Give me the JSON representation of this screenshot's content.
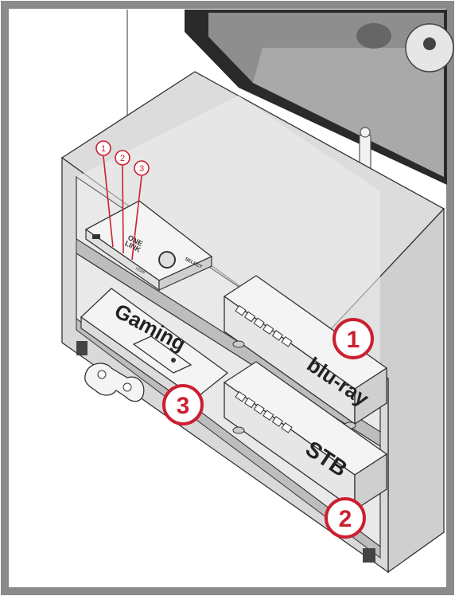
{
  "hub": {
    "ports": [
      "1",
      "2",
      "3"
    ],
    "device_logo": "ONE\nLINK",
    "select_label": "SELECT",
    "hdmi_label": "HDMI"
  },
  "devices": {
    "bluray": {
      "label": "blu-ray",
      "callout": "1"
    },
    "stb": {
      "label": "STB",
      "callout": "2"
    },
    "gaming": {
      "label": "Gaming",
      "callout": "3"
    }
  },
  "colors": {
    "accent_red": "#cc1f30",
    "frame_gray": "#8a8a8a",
    "shelf_gray": "#d9d9d9",
    "line": "#333333"
  }
}
